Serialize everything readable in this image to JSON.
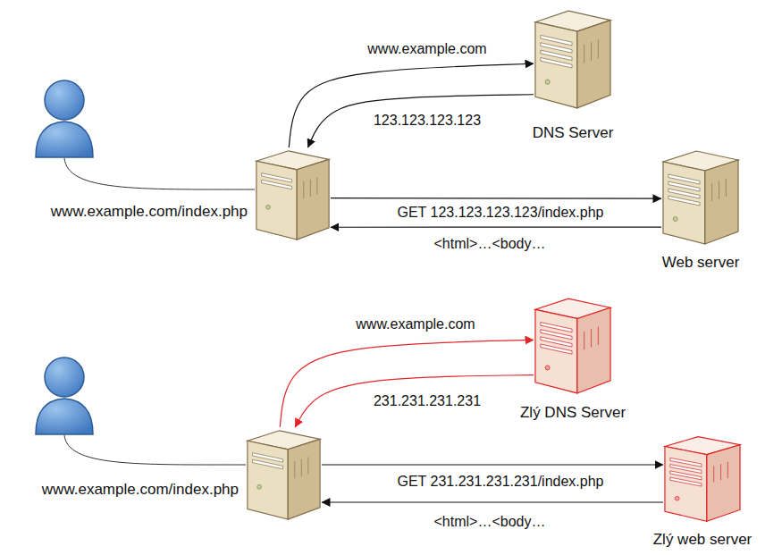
{
  "diagram": {
    "nodes": [
      {
        "text": [
          "www.example.com/index.php"
        ]
      },
      {
        "text": [
          "DNS Server"
        ]
      },
      {
        "text": [
          "Web server"
        ]
      },
      {
        "text": [
          "www.example.com/index.php"
        ]
      },
      {
        "text": [
          "Zlý DNS Server"
        ]
      },
      {
        "text": [
          "Zlý web server"
        ]
      }
    ],
    "edges": [
      {
        "from": 0,
        "to": 1,
        "label": "www.example.com",
        "arrow": "to"
      },
      {
        "from": 1,
        "to": 0,
        "label": "123.123.123.123",
        "arrow": "to"
      },
      {
        "from": 0,
        "to": 2,
        "label": "GET 123.123.123.123/index.php",
        "arrow": "to"
      },
      {
        "from": 2,
        "to": 0,
        "label": "<html>…<body…",
        "arrow": "to"
      },
      {
        "from": 3,
        "to": 4,
        "label": "www.example.com",
        "arrow": "to"
      },
      {
        "from": 4,
        "to": 3,
        "label": "231.231.231.231",
        "arrow": "to"
      },
      {
        "from": 3,
        "to": 5,
        "label": "GET 231.231.231.231/index.php",
        "arrow": "to"
      },
      {
        "from": 5,
        "to": 3,
        "label": "<html>…<body…",
        "arrow": "to"
      }
    ]
  }
}
